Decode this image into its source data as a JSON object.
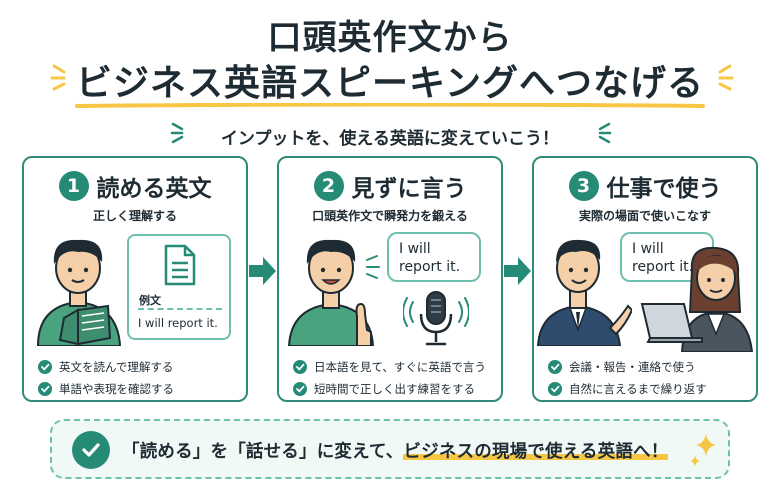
{
  "header": {
    "title_line1": "口頭英作文から",
    "title_line2": "ビジネス英語スピーキングへつなげる",
    "subtitle": "インプットを、使える英語に変えていこう！"
  },
  "steps": [
    {
      "number": "1",
      "title": "読める英文",
      "subtitle": "正しく理解する",
      "doc_label": "例文",
      "doc_text": "I will report it.",
      "checks": [
        "英文を読んで理解する",
        "単語や表現を確認する"
      ]
    },
    {
      "number": "2",
      "title": "見ずに言う",
      "subtitle": "口頭英作文で瞬発力を鍛える",
      "bubble_line1": "I will",
      "bubble_line2": "report it.",
      "checks": [
        "日本語を見て、すぐに英語で言う",
        "短時間で正しく出す練習をする"
      ]
    },
    {
      "number": "3",
      "title": "仕事で使う",
      "subtitle": "実際の場面で使いこなす",
      "bubble_line1": "I will",
      "bubble_line2": "report it.",
      "checks": [
        "会議・報告・連絡で使う",
        "自然に言えるまで繰り返す"
      ]
    }
  ],
  "bottom": {
    "text_before": "「読める」を「話せる」に変えて、",
    "text_highlight": "ビジネスの現場で使える英語へ！"
  },
  "colors": {
    "teal": "#258b77",
    "teal_light": "#6fbfae",
    "yellow": "#f6c644",
    "navy": "#1e2b33",
    "shirt_green": "#4aa37f",
    "suit_blue": "#2f4b6e"
  }
}
